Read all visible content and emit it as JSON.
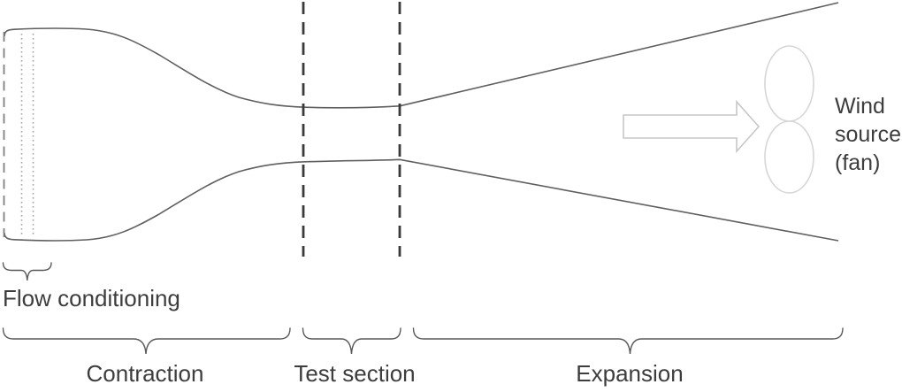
{
  "title": "Wind tunnel schematic diagram",
  "labels": {
    "flow_conditioning": "Flow conditioning",
    "contraction": "Contraction",
    "test_section": "Test section",
    "expansion": "Expansion"
  },
  "wind_source": {
    "lines": [
      "Wind",
      "source",
      "(fan)"
    ]
  },
  "diagram_parts": {
    "inlet_edge": "dashed inlet boundary",
    "screens": "two dotted flow-conditioning screens",
    "test_section_boundaries": "two vertical dashed lines",
    "flow_arrow": "rightward block arrow toward fan",
    "fan": "two stacked ellipse blades"
  },
  "colors": {
    "background": "#ffffff",
    "tunnel-line": "#5f5f5f",
    "section-dash": "#3a3a3a",
    "inlet-dash": "#808080",
    "screen-dots": "#a3a3a3",
    "arrow-outline": "#c7c7c7",
    "fan-outline": "#d6d6d6",
    "brace": "#595959",
    "text": "#3d3d3d"
  }
}
